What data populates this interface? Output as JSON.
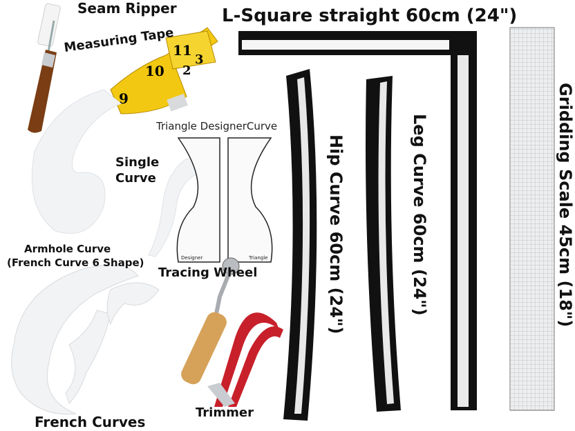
{
  "labels": {
    "seam_ripper": "Seam Ripper",
    "measuring_tape": "Measuring Tape",
    "l_square": "L-Square straight 60cm (24\")",
    "triangle": "Triangle DesignerCurve",
    "single_curve_1": "Single",
    "single_curve_2": "Curve",
    "armhole_1": "Armhole Curve",
    "armhole_2": "(French Curve 6 Shape)",
    "tracing_wheel": "Tracing Wheel",
    "hip_curve": "Hip Curve 60cm (24\")",
    "leg_curve": "Leg Curve 60cm (24\")",
    "gridding_scale": "Gridding Scale 45cm (18\")",
    "french_curves": "French Curves",
    "trimmer": "Trimmer"
  },
  "tape_numbers": [
    "9",
    "10",
    "11",
    "2",
    "3"
  ],
  "triangle_text": [
    "Designer",
    "Triangle"
  ],
  "colors": {
    "tape_yellow": "#f2c812",
    "ruler_black": "#111111",
    "handle_brown": "#7a3d14",
    "trimmer_red": "#c8202a",
    "plastic_white": "#f1f3f5"
  }
}
